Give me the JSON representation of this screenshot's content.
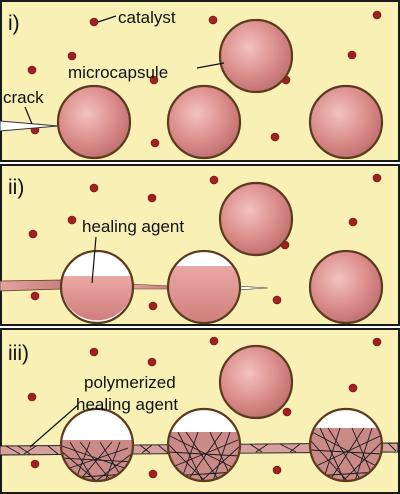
{
  "panels": [
    {
      "step": "i)",
      "labels": {
        "catalyst": "catalyst",
        "microcapsule": "microcapsule",
        "crack": "crack"
      }
    },
    {
      "step": "ii)",
      "labels": {
        "healing_agent": "healing agent"
      }
    },
    {
      "step": "iii)",
      "labels": {
        "polymerized_line1": "polymerized",
        "polymerized_line2": "healing agent"
      }
    }
  ],
  "colors": {
    "matrix": "#f9f0b6",
    "microcapsule": "#d98a88",
    "healing_agent": "#e29a98",
    "catalyst": "#a32020",
    "capsule_border": "#5b3a1e",
    "polymer_fill": "#c98a88"
  }
}
